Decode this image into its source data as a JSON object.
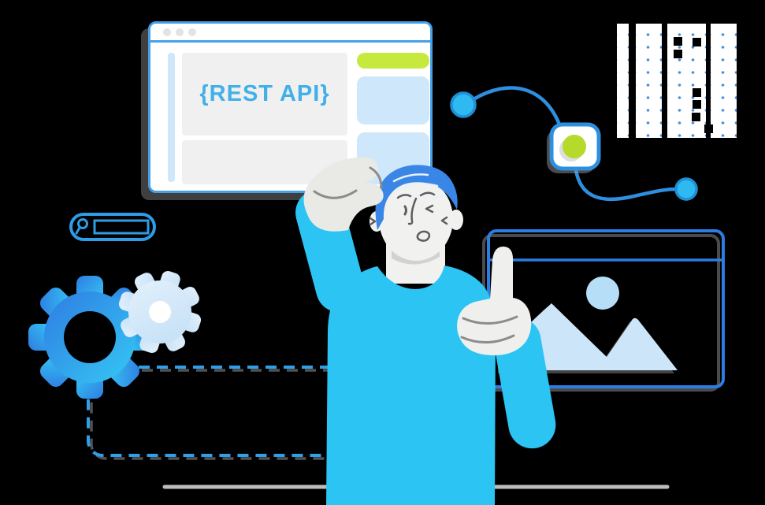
{
  "browser_window": {
    "title_text": "{REST API}",
    "traffic_dots": 3,
    "button_color": "#c6e93f"
  },
  "image_window": {
    "content": "image placeholder with sun and mountains"
  },
  "colors": {
    "background": "#000000",
    "body_blue": "#2cc4f3",
    "border_blue_light": "#45a0e8",
    "border_blue_dark": "#2b7de1",
    "connector_blue": "#2e8fe0",
    "node_fill": "#2fb9f1",
    "lime_green": "#b5da2b",
    "pill_green": "#c6e93f",
    "light_blue_fill": "#cfe7fa",
    "mountain_blue": "#cde5f8",
    "hair_blue": "#3a86e6",
    "gear_gradient_start": "#2e7ce2",
    "gear_gradient_end": "#36c8f4",
    "panel_gray": "#f0f0f0",
    "hand_gray": "#e9e9e6",
    "stroke_gray": "#5e5e5e",
    "ground_gray": "#bdbdbd",
    "dashed_line_blue": "#2f9fe9"
  }
}
